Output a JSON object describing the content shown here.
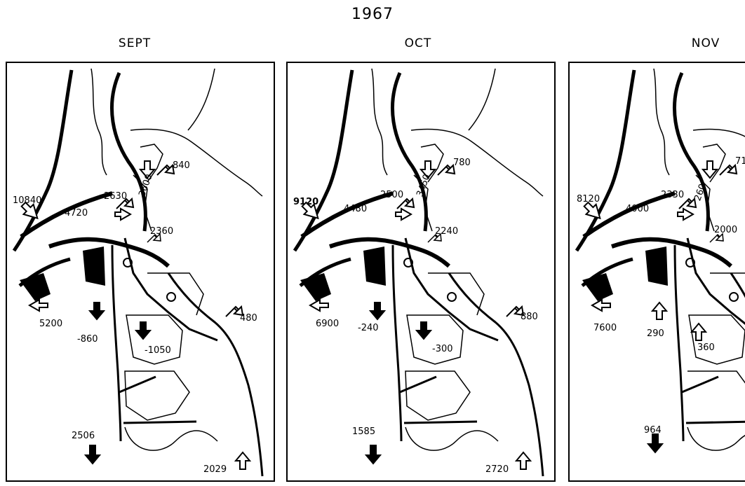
{
  "year": "1967",
  "panels": [
    {
      "month": "SEPT",
      "labels": {
        "a": "10840",
        "b": "4720",
        "c": "2630",
        "d": "3600",
        "e": "840",
        "f": "2360",
        "g": "480",
        "h": "5200",
        "i": "-860",
        "j": "-1050",
        "k": "2506",
        "l": "2029"
      }
    },
    {
      "month": "OCT",
      "labels": {
        "a": "9120",
        "b": "4480",
        "c": "2500",
        "d": "3450",
        "e": "780",
        "f": "2240",
        "g": "880",
        "h": "6900",
        "i": "-240",
        "j": "-300",
        "k": "1585",
        "l": "2720"
      }
    },
    {
      "month": "NOV",
      "labels": {
        "a": "8120",
        "b": "4000",
        "c": "2330",
        "d": "260",
        "e": "71",
        "f": "2000",
        "h": "7600",
        "i": "290",
        "j": "360",
        "k": "964"
      }
    }
  ]
}
